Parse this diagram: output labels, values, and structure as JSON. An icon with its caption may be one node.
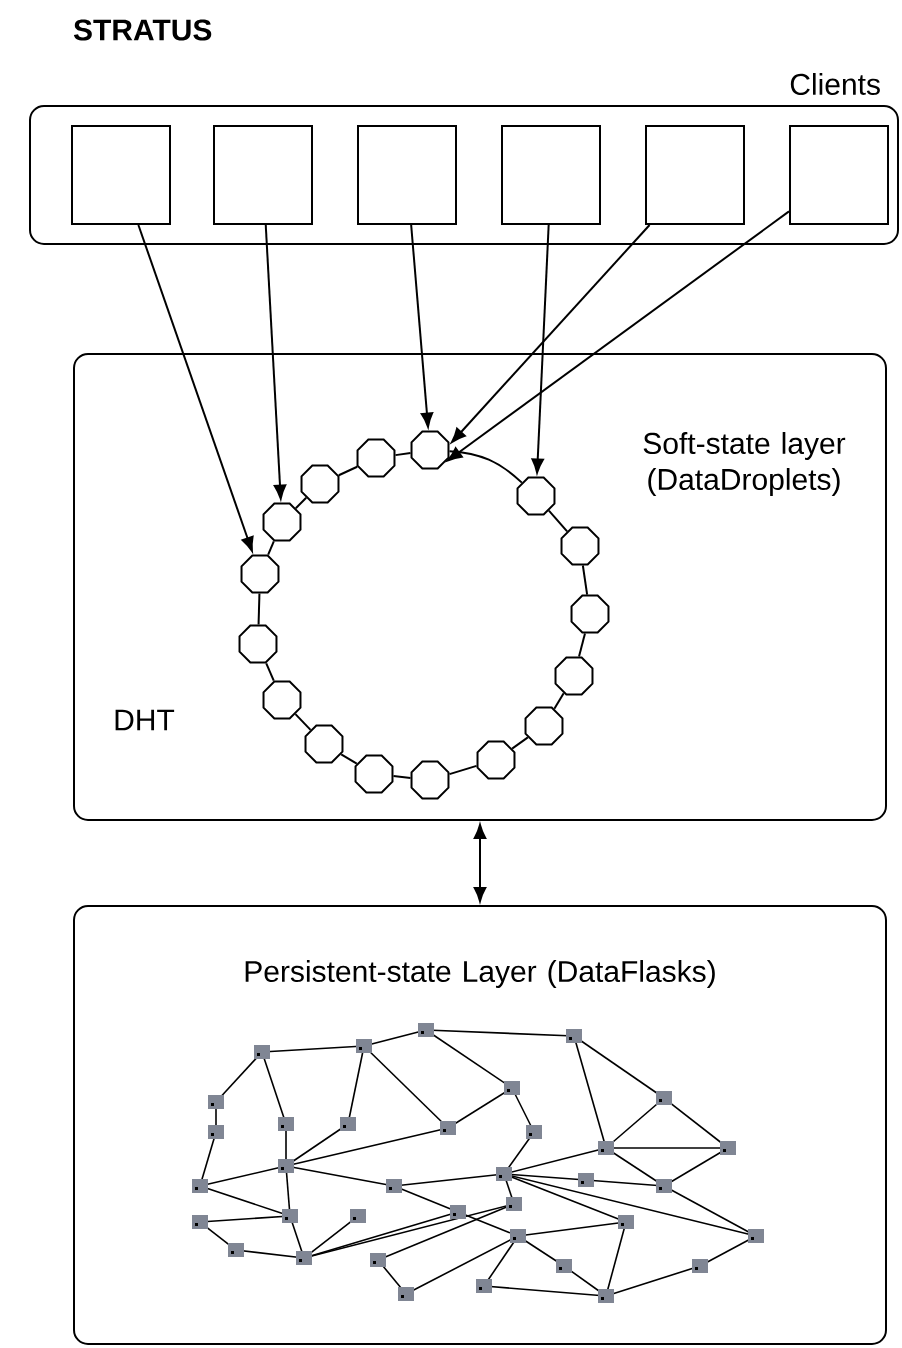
{
  "diagram": {
    "title": "STRATUS",
    "nodes": [
      {
        "text": [
          "Clients"
        ]
      },
      {
        "text": [],
        "shape": "box",
        "in": 0
      },
      {
        "text": [],
        "shape": "box",
        "in": 0
      },
      {
        "text": [],
        "shape": "box",
        "in": 0
      },
      {
        "text": [],
        "shape": "box",
        "in": 0
      },
      {
        "text": [],
        "shape": "box",
        "in": 0
      },
      {
        "text": [],
        "shape": "box",
        "in": 0
      },
      {
        "text": [
          "Soft-state layer (DataDroplets)",
          "DHT"
        ]
      },
      {
        "text": [],
        "shape": "octagon",
        "in": 7
      },
      {
        "text": [],
        "shape": "octagon",
        "in": 7
      },
      {
        "text": [],
        "shape": "octagon",
        "in": 7
      },
      {
        "text": [],
        "shape": "octagon",
        "in": 7
      },
      {
        "text": [],
        "shape": "octagon",
        "in": 7
      },
      {
        "text": [],
        "shape": "octagon",
        "in": 7
      },
      {
        "text": [],
        "shape": "octagon",
        "in": 7
      },
      {
        "text": [],
        "shape": "octagon",
        "in": 7
      },
      {
        "text": [],
        "shape": "octagon",
        "in": 7
      },
      {
        "text": [],
        "shape": "octagon",
        "in": 7
      },
      {
        "text": [],
        "shape": "octagon",
        "in": 7
      },
      {
        "text": [],
        "shape": "octagon",
        "in": 7
      },
      {
        "text": [],
        "shape": "octagon",
        "in": 7
      },
      {
        "text": [],
        "shape": "octagon",
        "in": 7
      },
      {
        "text": [],
        "shape": "octagon",
        "in": 7
      },
      {
        "text": [],
        "shape": "octagon",
        "in": 7
      },
      {
        "text": [
          "Persistent-state Layer (DataFlasks)"
        ]
      }
    ],
    "edges": [
      {
        "from": 1,
        "to": 12,
        "arrow": "to"
      },
      {
        "from": 2,
        "to": 11,
        "arrow": "to"
      },
      {
        "from": 3,
        "to": 8,
        "arrow": "to"
      },
      {
        "from": 4,
        "to": 23,
        "arrow": "to"
      },
      {
        "from": 5,
        "to": 8,
        "arrow": "to"
      },
      {
        "from": 6,
        "to": 8,
        "arrow": "to"
      },
      {
        "from": 8,
        "to": 9,
        "arrow": "none"
      },
      {
        "from": 9,
        "to": 10,
        "arrow": "none"
      },
      {
        "from": 10,
        "to": 11,
        "arrow": "none"
      },
      {
        "from": 11,
        "to": 12,
        "arrow": "none"
      },
      {
        "from": 12,
        "to": 13,
        "arrow": "none"
      },
      {
        "from": 13,
        "to": 14,
        "arrow": "none"
      },
      {
        "from": 14,
        "to": 15,
        "arrow": "none"
      },
      {
        "from": 15,
        "to": 16,
        "arrow": "none"
      },
      {
        "from": 16,
        "to": 17,
        "arrow": "none"
      },
      {
        "from": 17,
        "to": 18,
        "arrow": "none"
      },
      {
        "from": 18,
        "to": 19,
        "arrow": "none"
      },
      {
        "from": 19,
        "to": 20,
        "arrow": "none"
      },
      {
        "from": 20,
        "to": 21,
        "arrow": "none"
      },
      {
        "from": 21,
        "to": 22,
        "arrow": "none"
      },
      {
        "from": 22,
        "to": 23,
        "arrow": "none"
      },
      {
        "from": 8,
        "to": 23,
        "arrow": "none"
      },
      {
        "from": 7,
        "to": 24,
        "arrow": "both"
      }
    ]
  }
}
